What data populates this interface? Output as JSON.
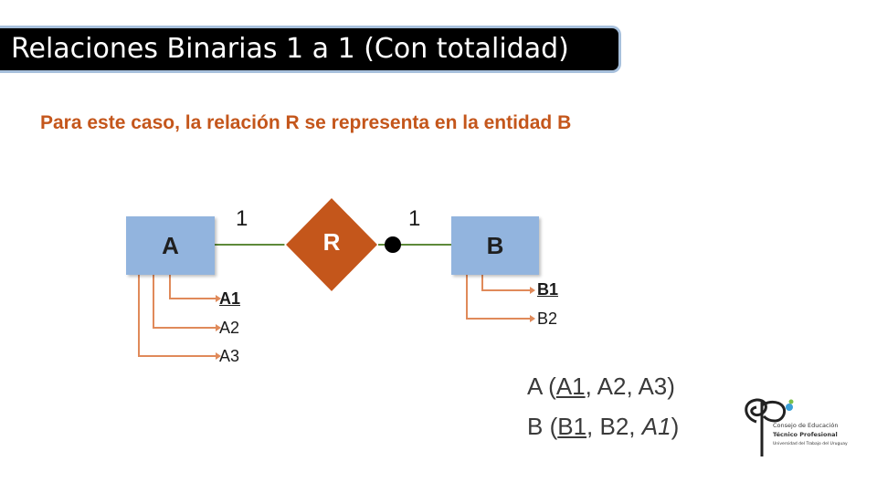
{
  "slide": {
    "title": "Relaciones Binarias 1 a 1 (Con totalidad)",
    "subtitle": "Para este caso, la relación R se representa en la entidad B"
  },
  "diagram": {
    "entity_a": {
      "name": "A",
      "attributes": [
        {
          "label": "A1",
          "key": true
        },
        {
          "label": "A2",
          "key": false
        },
        {
          "label": "A3",
          "key": false
        }
      ]
    },
    "relationship": {
      "name": "R"
    },
    "entity_b": {
      "name": "B",
      "attributes": [
        {
          "label": "B1",
          "key": true
        },
        {
          "label": "B2",
          "key": false
        }
      ]
    },
    "cardinality_a": "1",
    "cardinality_b": "1"
  },
  "schema": {
    "a": {
      "name": "A",
      "open": " (",
      "key": "A1",
      "rest": ", A2, A3)"
    },
    "b": {
      "name": "B",
      "open": " (",
      "key": "B1",
      "mid": ", B2, ",
      "fk": "A1",
      "close": ")"
    }
  },
  "logo": {
    "line1": "Consejo de Educación",
    "line2": "Técnico Profesional",
    "line3": "Universidad del Trabajo del Uruguay"
  },
  "colors": {
    "title_bg": "#000000",
    "title_border": "#a7c0dc",
    "subtitle": "#c4561b",
    "entity_fill": "#92b4de",
    "diamond_fill": "#c4561b",
    "line_green": "#5e8a3a",
    "connector_orange": "#e08a5a"
  }
}
